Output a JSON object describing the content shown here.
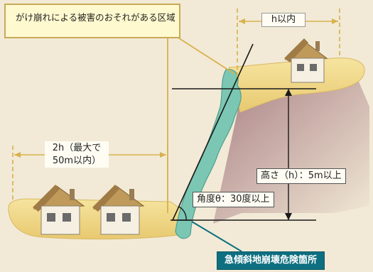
{
  "callout": {
    "text": "がけ崩れによる被害のおそれがある区域"
  },
  "distance_top": {
    "text": "h以内"
  },
  "distance_left": {
    "text": "2h（最大で50m以内）"
  },
  "height": {
    "text": "高さ（h）：5m以上"
  },
  "angle": {
    "text": "角度θ：30度以上"
  },
  "zone": {
    "text": "急傾斜地崩壊危険箇所"
  },
  "colors": {
    "sky": "#f2ead6",
    "ground": "#f3dd8e",
    "slope_band": "#7bc7b4",
    "shadow": "#b58f96",
    "zone_badge": "#0e6f80",
    "callout_border": "#c8aa57"
  }
}
